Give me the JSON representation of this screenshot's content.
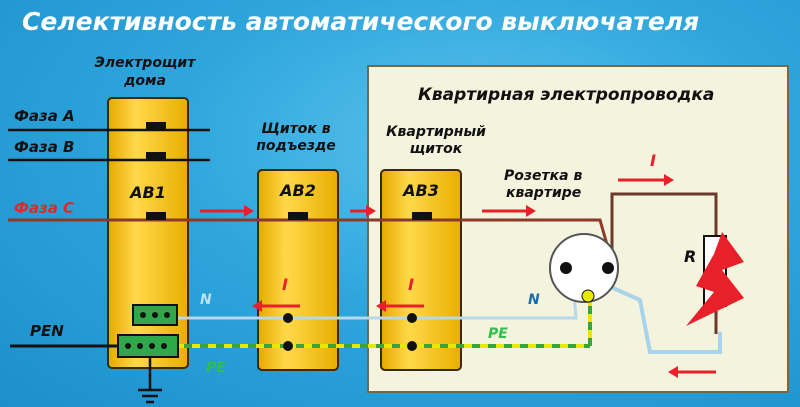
{
  "title": "Селективность автоматического выключателя",
  "labels": {
    "house_panel": [
      "Электрощит",
      "дома"
    ],
    "entrance_panel": [
      "Щиток в",
      "подъезде"
    ],
    "apartment_panel": [
      "Квартирный",
      "щиток"
    ],
    "socket": [
      "Розетка в",
      "квартире"
    ],
    "apartment_wiring": "Квартирная электропроводка"
  },
  "phases": [
    "Фаза А",
    "Фаза В",
    "Фаза С"
  ],
  "breakers": [
    "АВ1",
    "АВ2",
    "АВ3"
  ],
  "wires": {
    "n": "N",
    "pe": "PE",
    "pen": "PEN",
    "n2": "N",
    "pe2": "PE"
  },
  "current_symbol": "I",
  "load_symbol": "R",
  "colors": {
    "background": "#2ea6dc",
    "panel": "#f5c400",
    "phase_wire": "#8b3a2a",
    "neutral_wire": "#a9d3ea",
    "pe_wire": "#e8e800",
    "pe_wire_dash": "#3aa43a",
    "arrow": "#e8202a",
    "room": "#f2f2dc"
  }
}
